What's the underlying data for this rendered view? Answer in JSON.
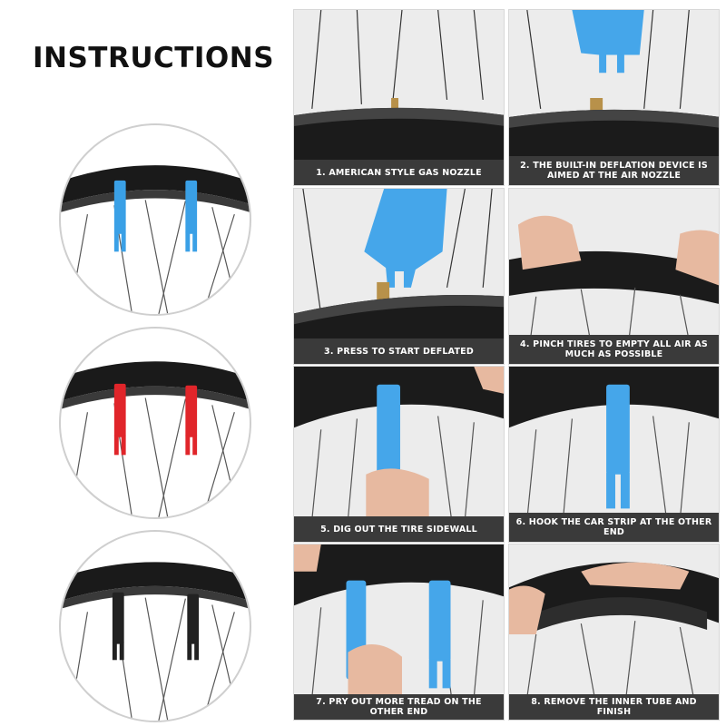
{
  "title": "INSTRUCTIONS",
  "variants": [
    {
      "color_name": "blue",
      "color": "#3aa0e6"
    },
    {
      "color_name": "red",
      "color": "#e0252a"
    },
    {
      "color_name": "black",
      "color": "#222222"
    }
  ],
  "colors": {
    "tire": "#1a1a1a",
    "rim": "#2b2b2b",
    "spoke": "#5a5a5a",
    "lever_blue": "#45a6ea",
    "caption_bg": "#3a3a3a",
    "caption_text": "#ffffff",
    "skin": "#e7b9a0"
  },
  "steps": [
    {
      "caption": "1. AMERICAN STYLE GAS NOZZLE"
    },
    {
      "caption": "2. THE BUILT-IN DEFLATION DEVICE IS AIMED AT THE AIR NOZZLE"
    },
    {
      "caption": "3. PRESS TO START DEFLATED"
    },
    {
      "caption": "4. PINCH TIRES TO EMPTY ALL AIR AS MUCH AS POSSIBLE"
    },
    {
      "caption": "5. DIG OUT THE TIRE SIDEWALL"
    },
    {
      "caption": "6. HOOK THE CAR STRIP AT THE OTHER END"
    },
    {
      "caption": "7. PRY OUT MORE TREAD ON THE OTHER END"
    },
    {
      "caption": "8. REMOVE THE INNER TUBE AND FINISH"
    }
  ]
}
